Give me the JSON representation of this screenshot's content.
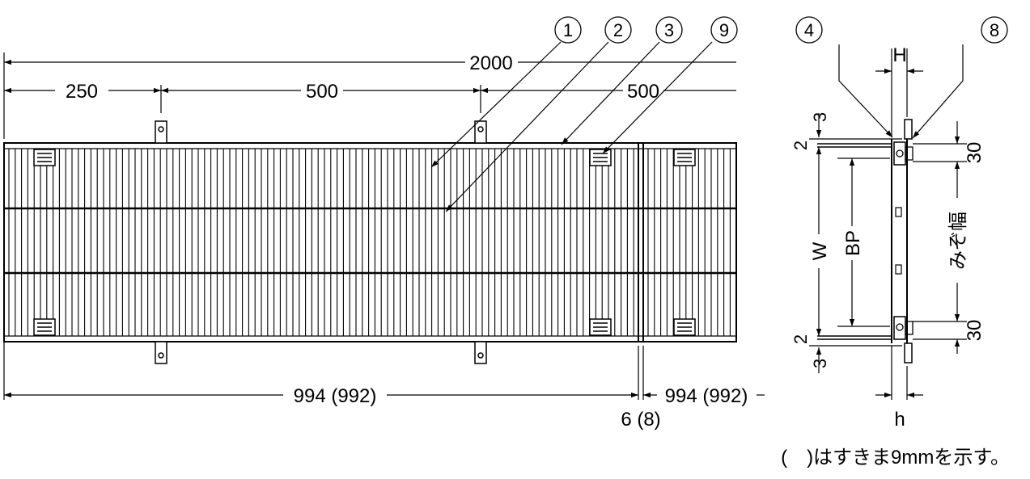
{
  "diagram": {
    "dimensions": {
      "total_length": "2000",
      "first_pitch": "250",
      "pitch_1": "500",
      "pitch_2": "500",
      "lower_left": "994 (992)",
      "lower_right": "994 (992)",
      "joint_gap": "6 (8)"
    },
    "part_numbers": {
      "p1": "1",
      "p2": "2",
      "p3": "3",
      "p4": "4",
      "p8": "8",
      "p9": "9"
    },
    "section": {
      "H": "H",
      "h": "h",
      "W": "W",
      "BP": "BP",
      "groove_width": "みぞ幅",
      "top_3": "3",
      "top_2": "2",
      "bottom_2": "2",
      "bottom_3": "3",
      "top_30": "30",
      "bottom_30": "30"
    },
    "note": "(　)はすきま9mmを示す。"
  }
}
